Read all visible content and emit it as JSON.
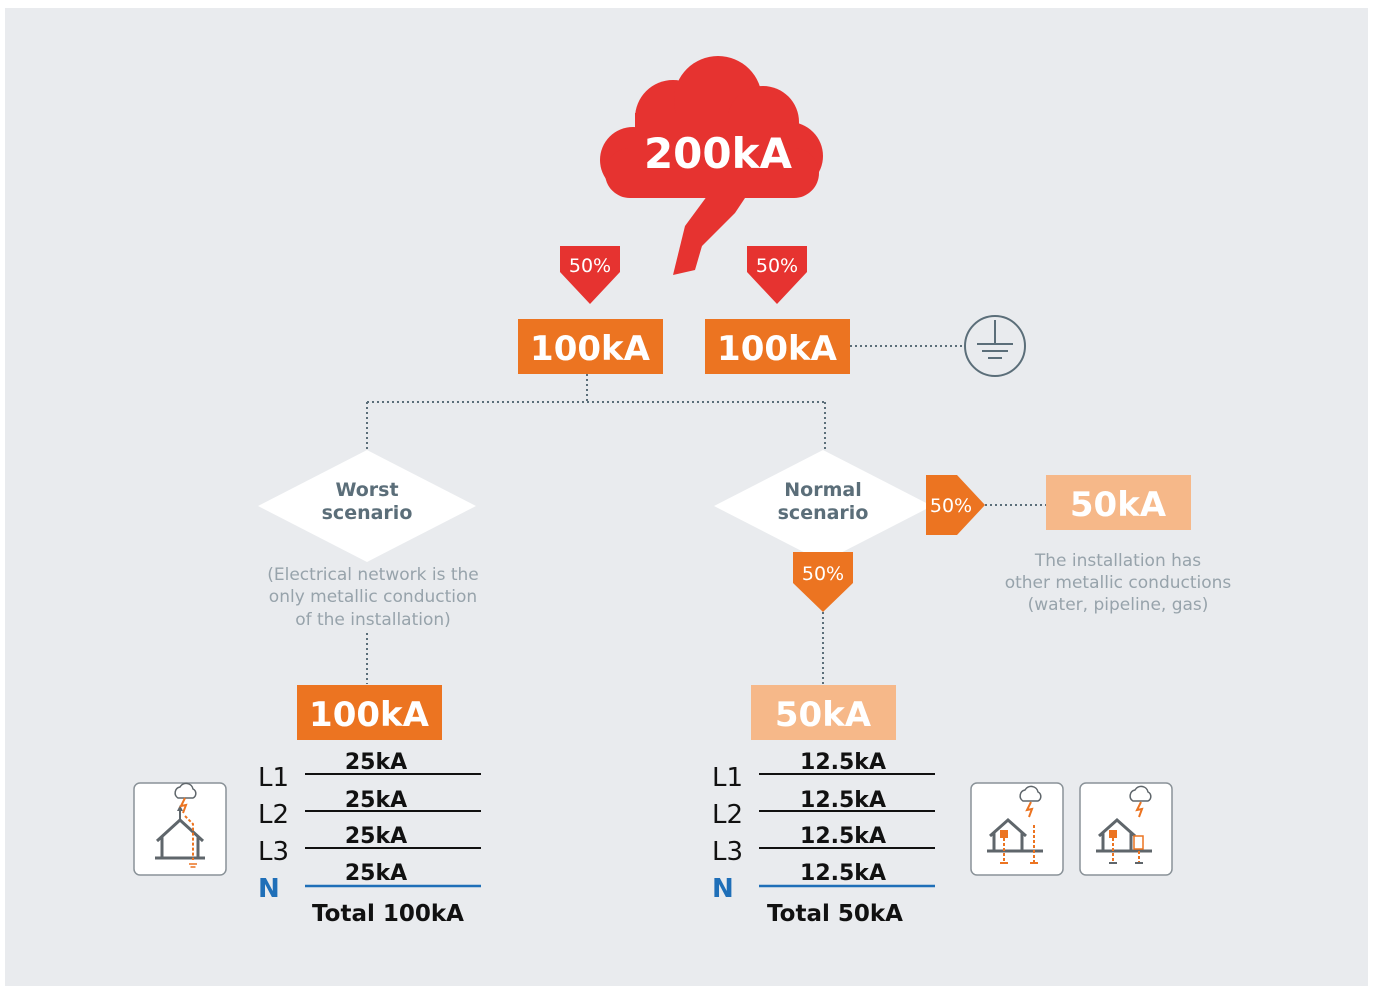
{
  "colors": {
    "background": "#e9ebee",
    "cloud_red": "#e63330",
    "orange": "#ec7421",
    "light_orange": "#f6b889",
    "slate": "#5b6e79",
    "neutral_blue": "#1f6fb8"
  },
  "cloud": {
    "label": "200kA"
  },
  "split": {
    "left": {
      "pct": "50%",
      "value": "100kA"
    },
    "right": {
      "pct": "50%",
      "value": "100kA",
      "icon": "ground-symbol-icon"
    }
  },
  "worst": {
    "title_line1": "Worst",
    "title_line2": "scenario",
    "note_lines": [
      "(Electrical network is the",
      "only metallic conduction",
      "of the installation)"
    ],
    "value": "100kA",
    "lines": [
      {
        "label": "L1",
        "value": "25kA"
      },
      {
        "label": "L2",
        "value": "25kA"
      },
      {
        "label": "L3",
        "value": "25kA"
      },
      {
        "label": "N",
        "value": "25kA"
      }
    ],
    "total": "Total 100kA",
    "icon": "house-lightning-icon"
  },
  "normal": {
    "title_line1": "Normal",
    "title_line2": "scenario",
    "side_pct": "50%",
    "side_value": "50kA",
    "side_note_lines": [
      "The installation has",
      "other metallic conductions",
      "(water, pipeline, gas)"
    ],
    "down_pct": "50%",
    "value": "50kA",
    "lines": [
      {
        "label": "L1",
        "value": "12.5kA"
      },
      {
        "label": "L2",
        "value": "12.5kA"
      },
      {
        "label": "L3",
        "value": "12.5kA"
      },
      {
        "label": "N",
        "value": "12.5kA"
      }
    ],
    "total": "Total 50kA",
    "icons": [
      "house-grounding-pipes-icon",
      "house-meter-grounding-icon"
    ]
  }
}
